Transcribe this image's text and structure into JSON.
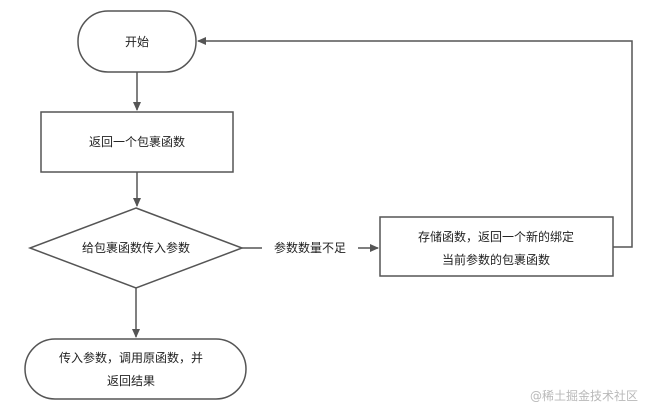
{
  "nodes": {
    "start": {
      "label": "开始"
    },
    "return_wrapper": {
      "label": "返回一个包裹函数"
    },
    "decision": {
      "label": "给包裹函数传入参数"
    },
    "store": {
      "line1": "存储函数，返回一个新的绑定",
      "line2": "当前参数的包裹函数"
    },
    "end": {
      "line1": "传入参数，调用原函数，并",
      "line2": "返回结果"
    }
  },
  "edges": {
    "insufficient": {
      "label": "参数数量不足"
    }
  },
  "watermark": {
    "text": "@稀土掘金技术社区"
  },
  "colors": {
    "stroke": "#555555",
    "arrow": "#555555",
    "text": "#222222",
    "watermark": "#b9b9b9"
  }
}
